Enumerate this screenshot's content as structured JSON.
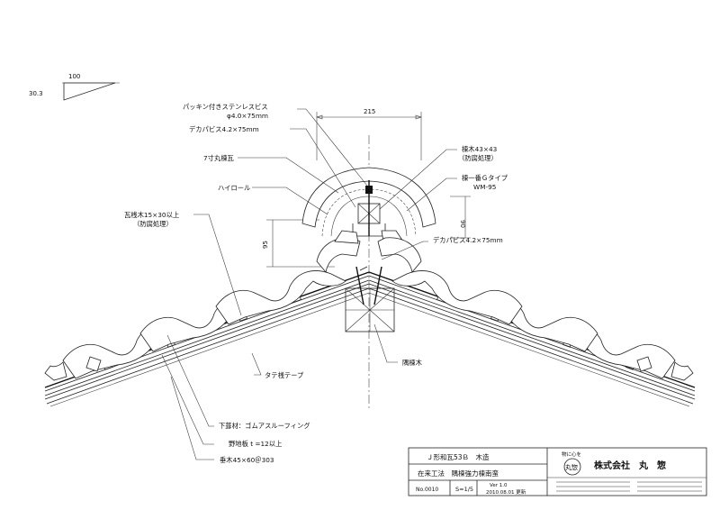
{
  "slope": {
    "run": "100",
    "rise": "30.3"
  },
  "dimensions": {
    "width_top": "215",
    "ridge_height": "90",
    "left_height": "95"
  },
  "labels": {
    "packing_screw": "パッキン付きステンレスビス",
    "packing_screw_size": "φ4.0×75mm",
    "deca_screw_top": "デカパビス4.2×75mm",
    "ridge_tile": "7寸丸棟瓦",
    "high_roll": "ハイロール",
    "batten_line1": "瓦桟木15×30以上",
    "batten_line2": "（防腐処理）",
    "ridge_timber_line1": "棟木43×43",
    "ridge_timber_line2": "（防腐処理）",
    "ridge_type_line1": "棟一番Ｇタイプ",
    "ridge_type_line2": "WM-95",
    "deca_screw_right": "デカパビス4.2×75mm",
    "vertical_tape": "タテ桟テープ",
    "hip_rafter": "隅棟木",
    "underlay": "下葺材：ゴムアスルーフィング",
    "sheathing": "野地板 t =12以上",
    "rafter": "垂木45×60＠303"
  },
  "title_block": {
    "product": "Ｊ形和瓦53Ｂ　木造",
    "method": "在来工法　隅棟強力棟南蛮",
    "drawing_no": "No.0010",
    "scale": "S=1/5",
    "version": "Ver 1.0",
    "date": "2010.08.01 更新",
    "motto": "物に心を",
    "company": "株式会社　丸　惣",
    "logo_text": "丸惣"
  }
}
